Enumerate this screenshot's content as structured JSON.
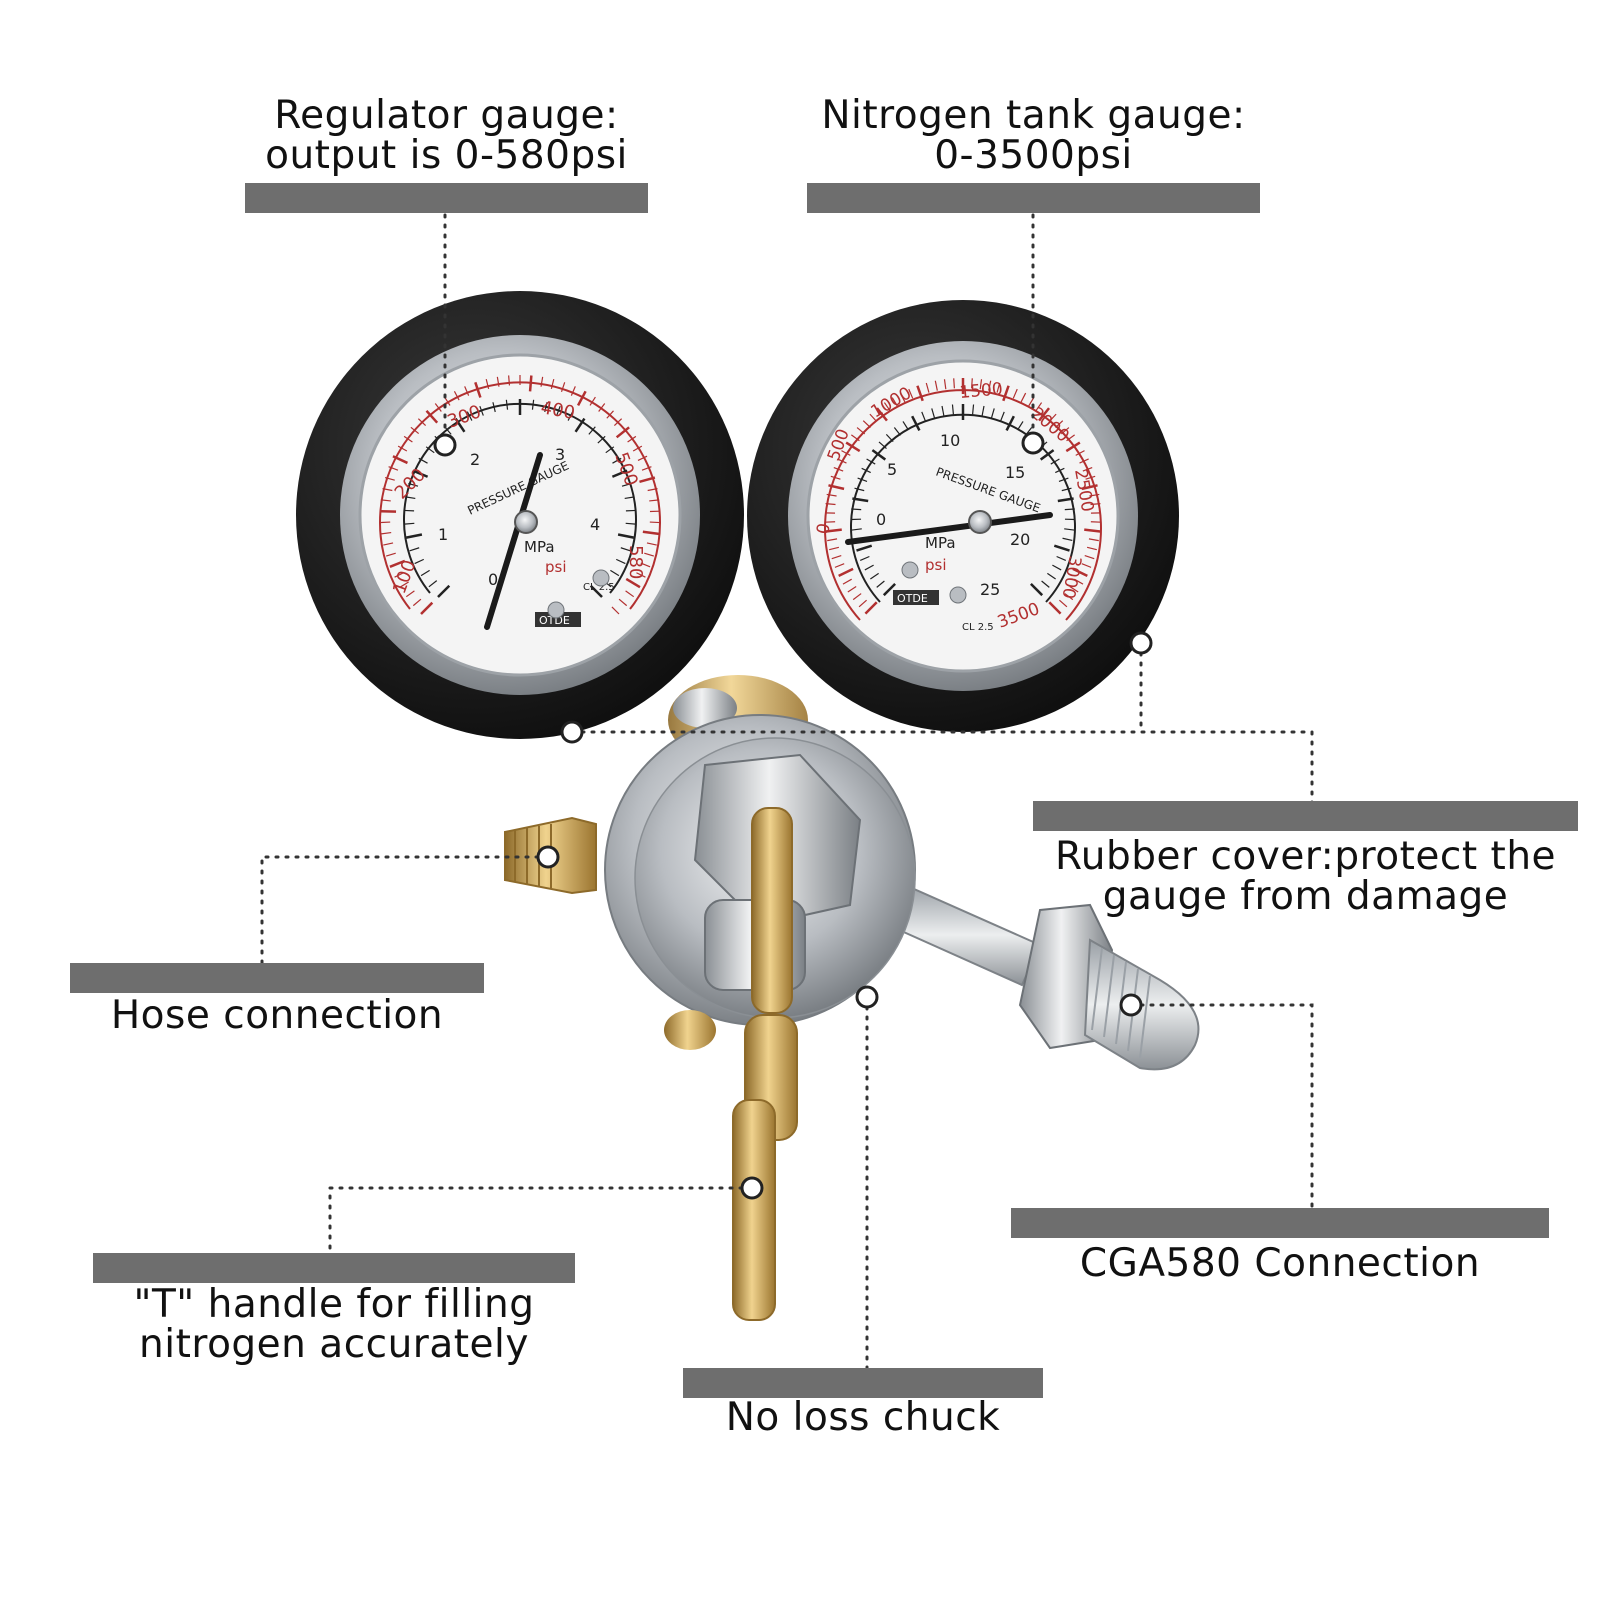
{
  "colors": {
    "bar": "#6e6e6e",
    "text": "#111111",
    "rubber": "#1e1e1e",
    "chrome": "#c9ccd0",
    "brass": "#c9a45a",
    "dial_face": "#f4f4f4",
    "scale_red": "#b23030"
  },
  "callouts": {
    "regulator_gauge": {
      "line1": "Regulator gauge:",
      "line2": "output is 0-580psi"
    },
    "tank_gauge": {
      "line1": "Nitrogen tank gauge:",
      "line2": "0-3500psi"
    },
    "rubber_cover": {
      "line1": "Rubber cover:protect the",
      "line2": "gauge from damage"
    },
    "hose_connection": {
      "line1": "Hose connection"
    },
    "cga580": {
      "line1": "CGA580 Connection"
    },
    "t_handle": {
      "line1": "\"T\" handle for filling",
      "line2": "nitrogen accurately"
    },
    "no_loss_chuck": {
      "line1": "No loss chuck"
    }
  },
  "gauges": {
    "left": {
      "psi_ticks": [
        "100",
        "200",
        "300",
        "400",
        "500",
        "580"
      ],
      "mpa_ticks": [
        "0",
        "1",
        "2",
        "3",
        "4"
      ],
      "caption": "PRESSURE GAUGE",
      "unit_mpa": "MPa",
      "unit_psi": "psi",
      "brand": "OTDE",
      "class": "CL 2.5"
    },
    "right": {
      "psi_ticks": [
        "0",
        "500",
        "1000",
        "1500",
        "2000",
        "2500",
        "3000",
        "3500"
      ],
      "mpa_ticks": [
        "0",
        "5",
        "10",
        "15",
        "20",
        "25"
      ],
      "caption": "PRESSURE GAUGE",
      "unit_mpa": "MPa",
      "unit_psi": "psi",
      "brand": "OTDE",
      "class": "CL 2.5"
    }
  }
}
